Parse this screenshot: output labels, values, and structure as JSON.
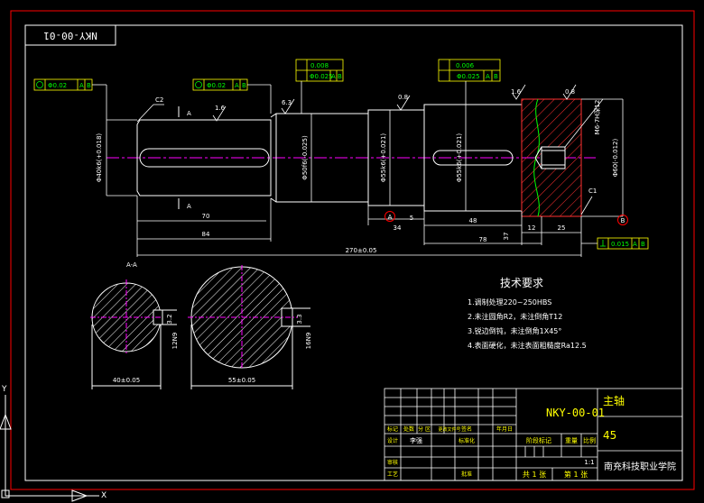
{
  "drawing_code": "NKY-00-01",
  "technical_requirements": {
    "title": "技术要求",
    "items": [
      "1.调制处理220~250HBS",
      "2.未注圆角R2，未注倒角T12",
      "3.锐边倒钝，未注倒角1X45°",
      "4.表面硬化，未注表面粗糙度Ra12.5"
    ]
  },
  "title_block": {
    "part_name": "主轴",
    "material": "45",
    "school": "南充科技职业学院",
    "scale": "1:1",
    "sheet_total": "共 1 张",
    "sheet_no": "第 1 张",
    "headers": {
      "biaoji": "标记",
      "chushu": "处数",
      "fenqu": "分 区",
      "gengai": "更改文件号",
      "qianming": "签名",
      "nianyueri": "年月日",
      "sheji": "设计",
      "shenhe": "审核",
      "gongyi": "工艺",
      "biaozhunhua": "标准化",
      "pizhun": "批准",
      "jieduan": "阶段标记",
      "zhongliang": "重量",
      "bili": "比例",
      "designer": "李强"
    }
  },
  "dimensions": {
    "total_length": "270±0.05",
    "len_84": "84",
    "len_70": "70",
    "len_34": "34",
    "len_5": "5",
    "len_48": "48",
    "len_78": "78",
    "len_12": "12",
    "len_25": "25",
    "len_37": "37",
    "dia_a": "Φ40k6(+0.018)",
    "dia_b": "Φ50f6(-0.025)",
    "dia_c": "Φ55k6(+0.021)",
    "dia_d": "Φ55k6(+0.021)",
    "dia_e": "Φ60(-0.012)",
    "thread": "M6-7H深12",
    "section_a_width": "40±0.05",
    "section_b_width": "55±0.05",
    "key_depth_a": "3.2",
    "key_depth_b": "3.3",
    "key_width_a": "12N9",
    "key_width_b": "16N9",
    "section_label": "A-A"
  },
  "gdt": {
    "runout_left": "Φ0.02",
    "runout_mid": "Φ0.02",
    "frame_mid_top": "0.008",
    "frame_mid_bottom": "Φ0.025",
    "frame_right_top": "0.006",
    "frame_right_bottom": "Φ0.025",
    "perp_right": "0.015",
    "datum_a": "A",
    "datum_b": "B"
  },
  "roughness": {
    "r1": "1.6",
    "r2": "6.3",
    "r3": "0.8",
    "r4": "1.6",
    "r5": "0.8"
  },
  "chamfer": {
    "c_left": "C2",
    "c_right": "C1"
  },
  "cut_label": "A",
  "ucs": {
    "y": "Y",
    "x": "X"
  },
  "colors": {
    "frame": "#ffffff",
    "outline": "#ffffff",
    "dim": "#ffffff",
    "center": "#ff00ff",
    "gdt": "#00ff00",
    "red": "#ff0000",
    "text_yellow": "#ffff00",
    "green_text": "#00ff00"
  }
}
